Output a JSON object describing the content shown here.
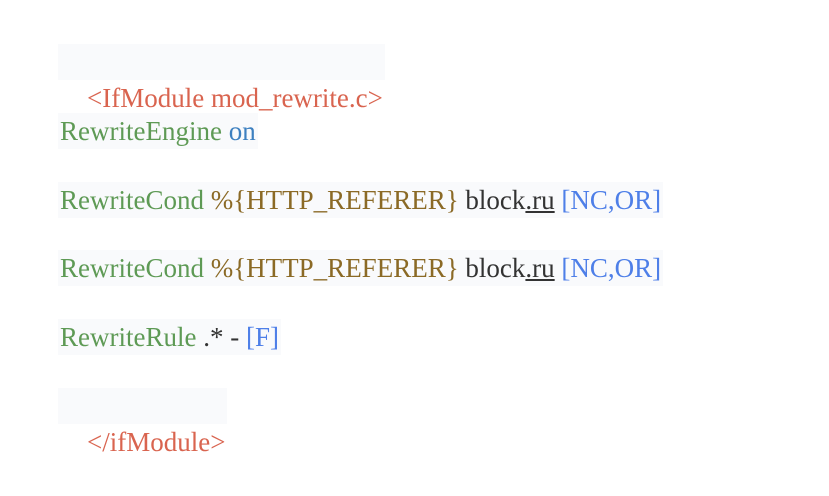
{
  "lines": [
    {
      "open": "<IfModule mod_rewrite.c>"
    },
    {
      "directive": "RewriteEngine",
      "value": "on"
    },
    {
      "directive": "RewriteCond",
      "variable": "%{HTTP_REFERER}",
      "host": "block",
      "link": ".ru",
      "flags": "[NC,OR]"
    },
    {
      "directive": "RewriteCond",
      "variable": "%{HTTP_REFERER}",
      "host": "block",
      "link": ".ru",
      "flags": "[NC,OR]"
    },
    {
      "directive": "RewriteRule",
      "pattern": ".* -",
      "flags": "[F]"
    },
    {
      "close": "</ifModule>"
    }
  ],
  "colors": {
    "tag": "#d9644f",
    "directive": "#5e9a55",
    "value": "#3d80c0",
    "variable": "#8b6a26",
    "flags": "#4e7fe8"
  }
}
